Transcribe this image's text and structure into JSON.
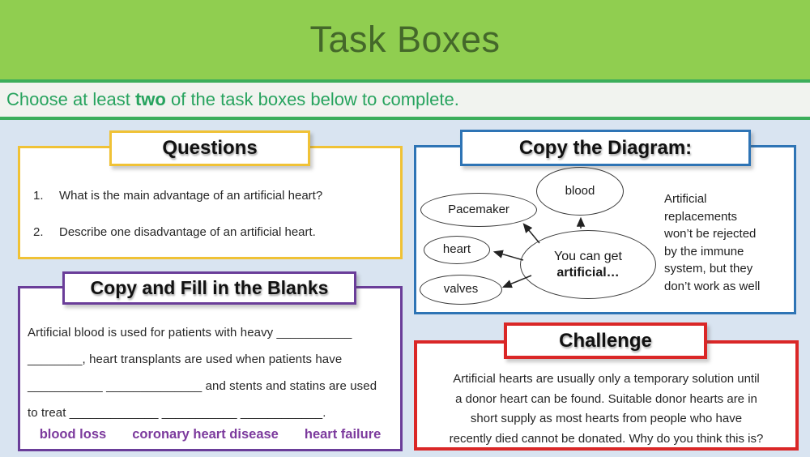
{
  "header": {
    "title": "Task Boxes"
  },
  "subtitle": {
    "prefix": "Choose at least ",
    "bold": "two",
    "suffix": " of the task boxes below to complete."
  },
  "questions_box": {
    "title": "Questions",
    "items": [
      {
        "num": "1.",
        "text": "What is the main advantage of an artificial heart?"
      },
      {
        "num": "2.",
        "text": "Describe one disadvantage of an artificial heart."
      }
    ]
  },
  "diagram_box": {
    "title": "Copy the Diagram:",
    "nodes": {
      "blood": "blood",
      "pacemaker": "Pacemaker",
      "heart": "heart",
      "valves": "valves",
      "central_line1": "You can get",
      "central_line2": "artificial…"
    },
    "note_lines": {
      "l1": "Artificial",
      "l2": "replacements",
      "l3": "won’t be rejected",
      "l4": "by the immune",
      "l5": "system, but they",
      "l6": "don’t work as well"
    }
  },
  "fill_box": {
    "title": "Copy and Fill in the Blanks",
    "lines": [
      "Artificial blood is used for patients with heavy ___________",
      "________, heart transplants are used when patients have",
      "___________ ______________ and stents and statins are used",
      "to treat _____________ ___________ ____________."
    ],
    "word_bank": [
      "blood loss",
      "coronary heart disease",
      "heart failure"
    ]
  },
  "challenge_box": {
    "title": "Challenge",
    "lines": [
      "Artificial hearts are usually only a temporary solution until",
      "a donor heart can be found. Suitable donor hearts are in",
      "short supply as most hearts from people who have",
      "recently died cannot be donated. Why do you think this is?"
    ]
  },
  "colors": {
    "band_green": "#90ce50",
    "title_text_green": "#44682a",
    "accent_line_green": "#3cae5b",
    "subtitle_text_green": "#27a35e",
    "questions_yellow": "#f0c236",
    "diagram_blue": "#2e74b5",
    "fill_purple": "#6a3d99",
    "word_bank_purple": "#7c3a9d",
    "challenge_red": "#da2727",
    "content_background": "#d9e4f1"
  }
}
